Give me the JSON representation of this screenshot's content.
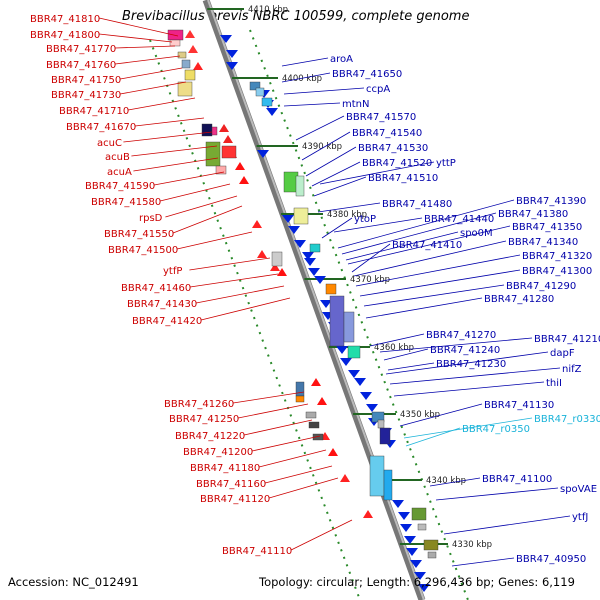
{
  "title": "Brevibacillus brevis NBRC 100599, complete genome",
  "footer": {
    "accession": "Accession: NC_012491",
    "topology": "Topology: circular; Length: 6,296,436 bp; Genes: 6,119"
  },
  "scale_labels": [
    "4410 kbp",
    "4400 kbp",
    "4390 kbp",
    "4380 kbp",
    "4370 kbp",
    "4360 kbp",
    "4350 kbp",
    "4340 kbp",
    "4330 kbp"
  ],
  "left_labels": [
    "BBR47_41810",
    "BBR47_41800",
    "BBR47_41770",
    "BBR47_41760",
    "BBR47_41750",
    "BBR47_41730",
    "BBR47_41710",
    "BBR47_41670",
    "acuC",
    "acuB",
    "acuA",
    "BBR47_41590",
    "BBR47_41580",
    "rpsD",
    "BBR47_41550",
    "BBR47_41500",
    "ytfP",
    "BBR47_41460",
    "BBR47_41430",
    "BBR47_41420",
    "BBR47_41260",
    "BBR47_41250",
    "BBR47_41220",
    "BBR47_41200",
    "BBR47_41180",
    "BBR47_41160",
    "BBR47_41120",
    "BBR47_41110"
  ],
  "right_labels": [
    "aroA",
    "BBR47_41650",
    "ccpA",
    "mtnN",
    "BBR47_41570",
    "BBR47_41540",
    "BBR47_41530",
    "BBR47_41520",
    "yttP",
    "BBR47_41510",
    "BBR47_41480",
    "ytoP",
    "BBR47_41440",
    "BBR47_41390",
    "BBR47_41380",
    "spo0M",
    "BBR47_41350",
    "BBR47_41410",
    "BBR47_41340",
    "BBR47_41320",
    "BBR47_41300",
    "BBR47_41290",
    "BBR47_41280",
    "BBR47_41270",
    "BBR47_41210",
    "BBR47_41240",
    "dapF",
    "BBR47_41230",
    "nifZ",
    "thiI",
    "BBR47_41130",
    "BBR47_r0330",
    "BBR47_r0350",
    "BBR47_41100",
    "spoVAE",
    "ytfJ",
    "BBR47_40950"
  ],
  "colors": {
    "left_label": "#cc0000",
    "right_label": "#0000aa",
    "rna_label": "#1ab3d9",
    "backbone": "#999999",
    "guide_dots": "#2a8a2a"
  }
}
